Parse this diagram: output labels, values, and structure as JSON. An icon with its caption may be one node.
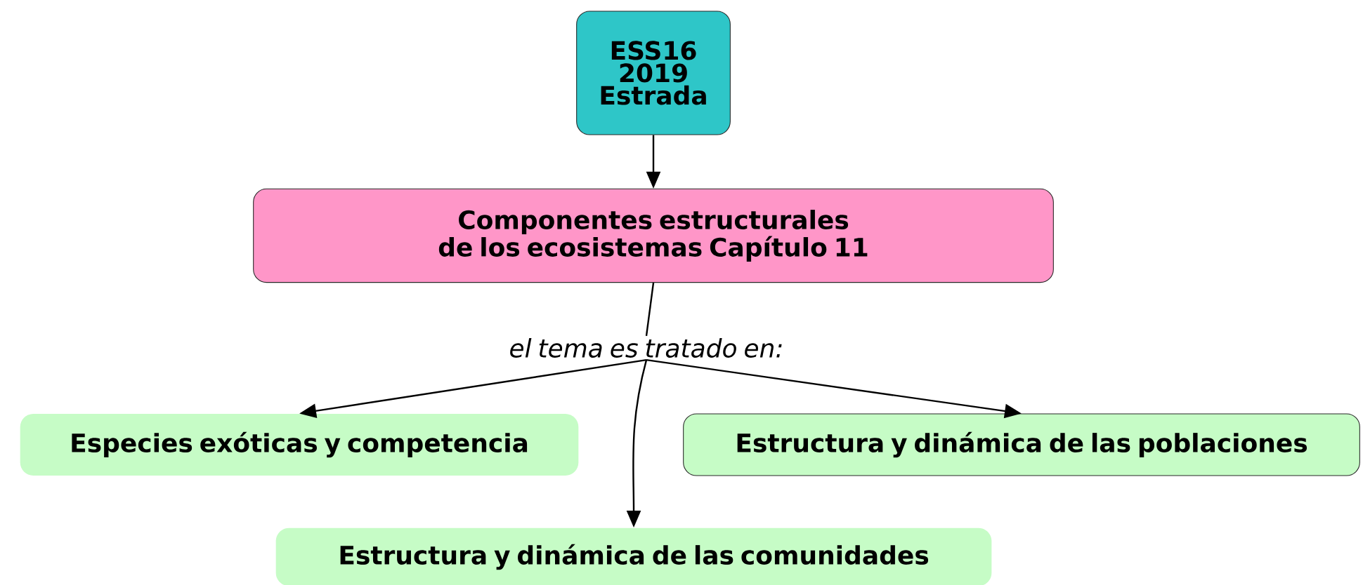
{
  "diagram": {
    "nodes": [
      {
        "text": [
          "ESS16 2019 Estrada"
        ]
      },
      {
        "text": [
          "Componentes estructurales de los ecosistemas Capítulo 11"
        ]
      },
      {
        "text": [
          "el tema es tratado en:"
        ]
      },
      {
        "text": [
          "Especies exóticas y competencia"
        ]
      },
      {
        "text": [
          "Estructura y dinámica de las poblaciones"
        ]
      },
      {
        "text": [
          "Estructura y dinámica de las comunidades"
        ]
      }
    ],
    "edges": [
      {
        "from": 0,
        "to": 1,
        "arrow": "to"
      },
      {
        "from": 1,
        "to": 2,
        "arrow": "none"
      },
      {
        "from": 2,
        "to": 3,
        "arrow": "to"
      },
      {
        "from": 2,
        "to": 4,
        "arrow": "to"
      },
      {
        "from": 2,
        "to": 5,
        "arrow": "to"
      }
    ]
  }
}
